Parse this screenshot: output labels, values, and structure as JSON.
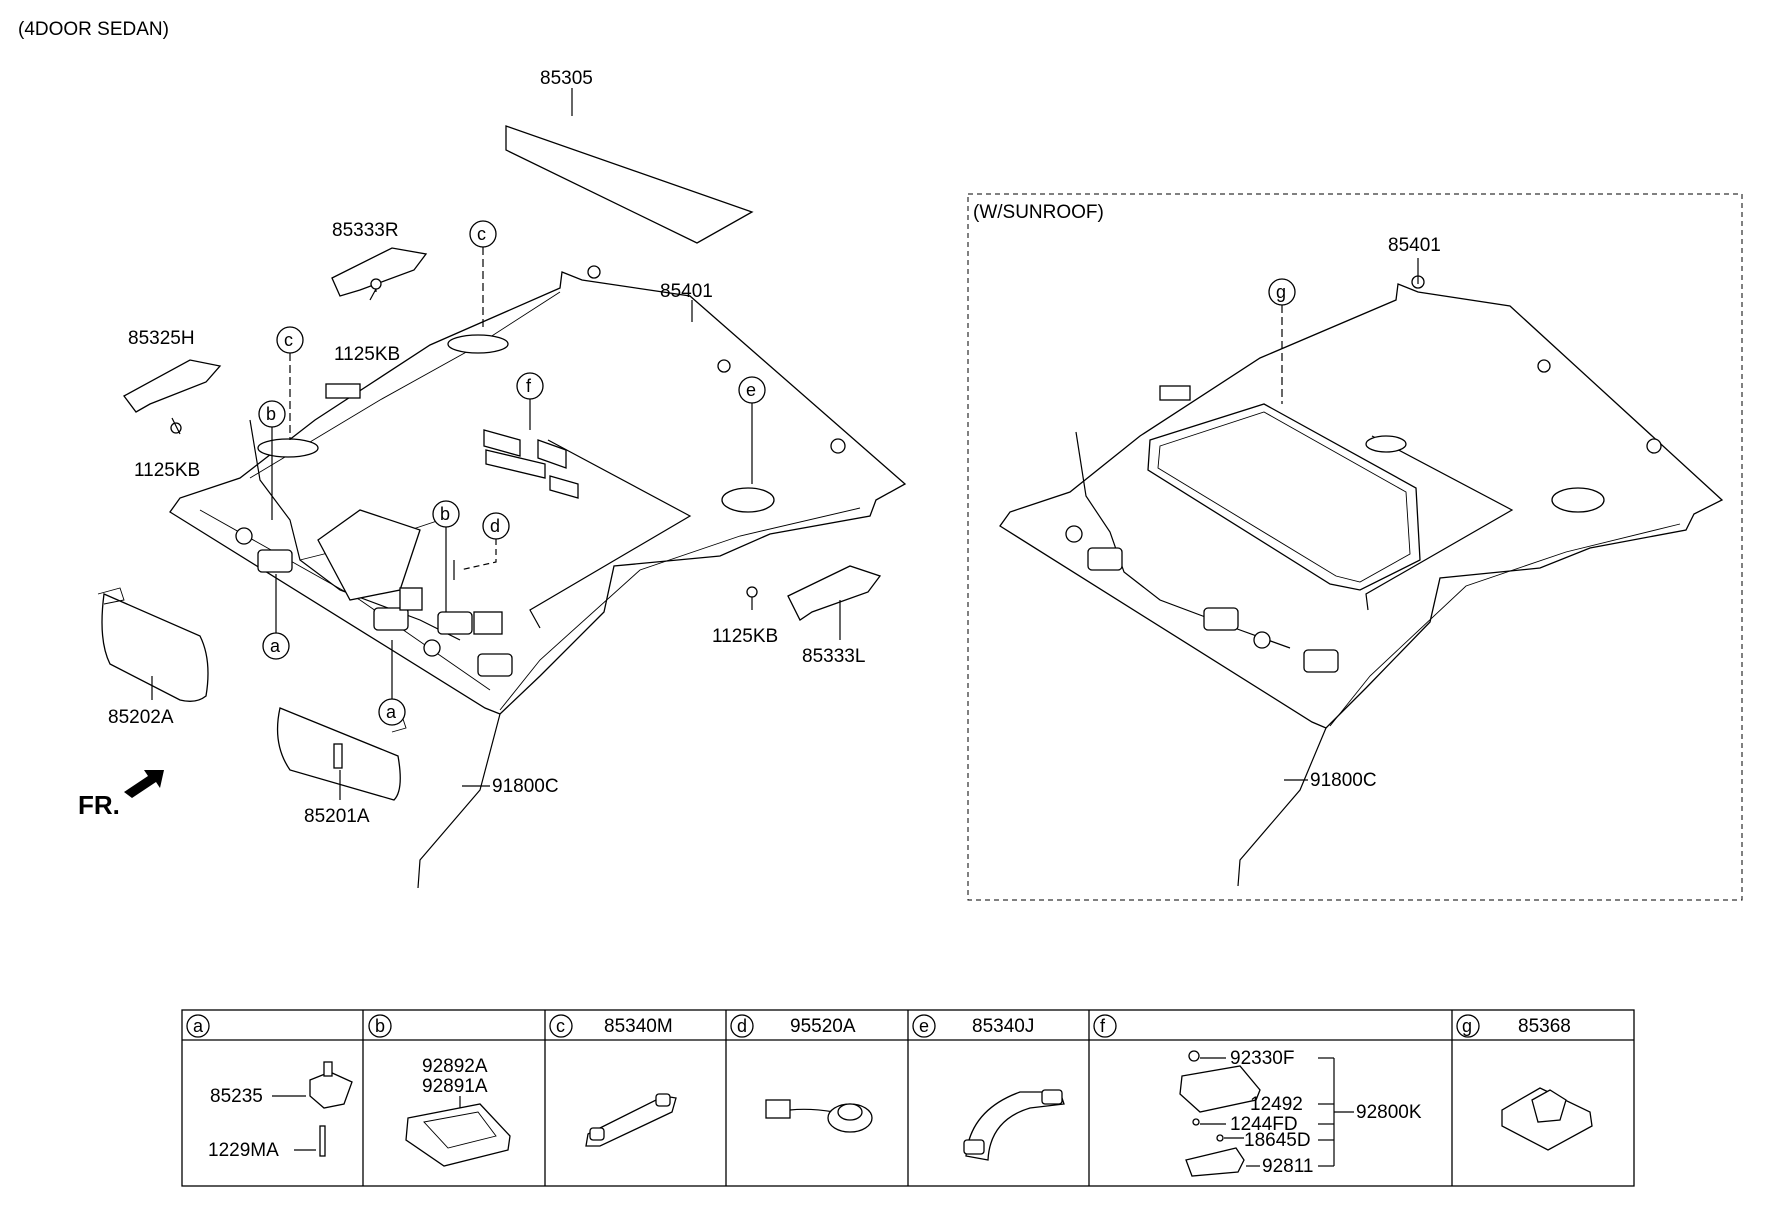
{
  "variant_title": "(4DOOR  SEDAN)",
  "sunroof_title": "(W/SUNROOF)",
  "front_marker": "FR.",
  "parts": {
    "roof_panel": "85305",
    "headliner": "85401",
    "bracket_r": "85333R",
    "bracket_h": "85325H",
    "bracket_l": "85333L",
    "screw_1": "1125KB",
    "screw_2": "1125KB",
    "screw_3": "1125KB",
    "sunvisor_rh": "85202A",
    "sunvisor_lh": "85201A",
    "wiring": "91800C",
    "headliner_sunroof": "85401",
    "wiring_sunroof": "91800C"
  },
  "callouts": {
    "a": "a",
    "b": "b",
    "c": "c",
    "d": "d",
    "e": "e",
    "f": "f",
    "g": "g"
  },
  "legend": [
    {
      "key": "a",
      "header": "",
      "parts": [
        "85235",
        "1229MA"
      ]
    },
    {
      "key": "b",
      "header": "",
      "parts": [
        "92892A",
        "92891A"
      ]
    },
    {
      "key": "c",
      "header": "85340M",
      "parts": []
    },
    {
      "key": "d",
      "header": "95520A",
      "parts": []
    },
    {
      "key": "e",
      "header": "85340J",
      "parts": []
    },
    {
      "key": "f",
      "header": "",
      "parts": [
        "92330F",
        "12492",
        "1244FD",
        "18645D",
        "92811",
        "92800K"
      ]
    },
    {
      "key": "g",
      "header": "85368",
      "parts": []
    }
  ]
}
